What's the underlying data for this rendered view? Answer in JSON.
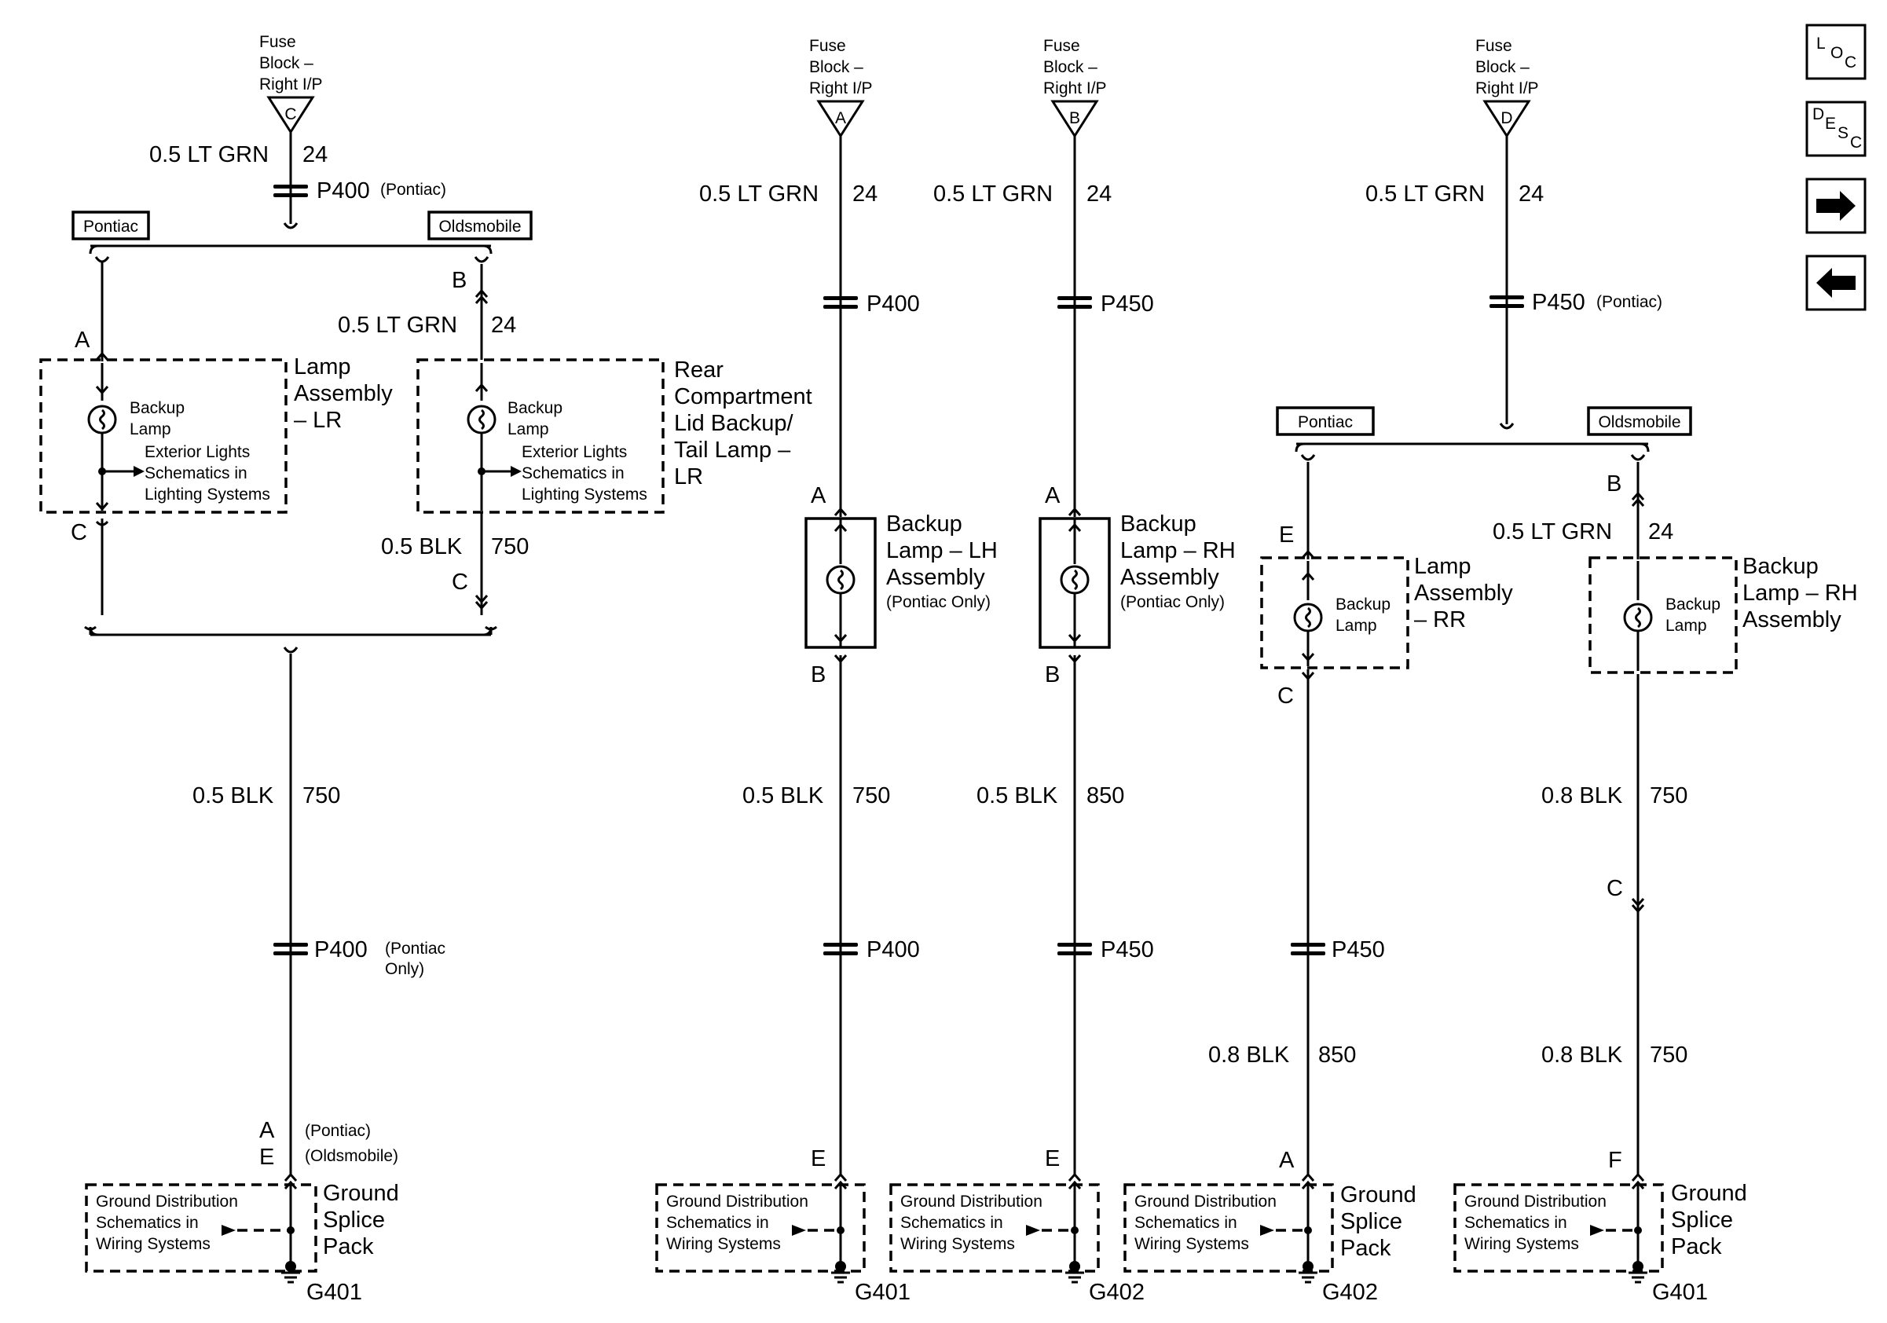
{
  "fuse_block": {
    "line1": "Fuse",
    "line2": "Block –",
    "line3": "Right I/P"
  },
  "pins": {
    "A": "A",
    "B": "B",
    "C": "C",
    "D": "D",
    "E": "E",
    "F": "F"
  },
  "wire": {
    "lt_grn_05": "0.5 LT GRN",
    "blk_05": "0.5 BLK",
    "blk_08": "0.8 BLK",
    "c24": "24",
    "c750": "750",
    "c850": "850"
  },
  "conn": {
    "p400": "P400",
    "p450": "P450",
    "pontiac_paren": "(Pontiac)",
    "pontiac_open": "(Pontiac",
    "only_close": "Only)",
    "oldsmobile_paren": "(Oldsmobile)"
  },
  "tags": {
    "pontiac": "Pontiac",
    "oldsmobile": "Oldsmobile"
  },
  "components": {
    "lamp_assy_lr": [
      "Lamp",
      "Assembly",
      "– LR"
    ],
    "rear_comp_lid": [
      "Rear",
      "Compartment",
      "Lid Backup/",
      "Tail Lamp –",
      "LR"
    ],
    "backup_lh": [
      "Backup",
      "Lamp – LH",
      "Assembly"
    ],
    "backup_rh": [
      "Backup",
      "Lamp – RH",
      "Assembly"
    ],
    "pontiac_only": "(Pontiac Only)",
    "lamp_assy_rr": [
      "Lamp",
      "Assembly",
      "– RR"
    ],
    "backup_rh_assy": [
      "Backup",
      "Lamp – RH",
      "Assembly"
    ],
    "backup_lamp": [
      "Backup",
      "Lamp"
    ],
    "exterior_lights": [
      "Exterior Lights",
      "Schematics in",
      "Lighting Systems"
    ]
  },
  "ground": {
    "gd_schem": [
      "Ground Distribution",
      "Schematics in",
      "Wiring Systems"
    ],
    "splice": [
      "Ground",
      "Splice",
      "Pack"
    ],
    "g401": "G401",
    "g402": "G402"
  },
  "nav": {
    "loc": [
      "L",
      "O",
      "C"
    ],
    "desc": [
      "D",
      "E",
      "S",
      "C"
    ]
  }
}
